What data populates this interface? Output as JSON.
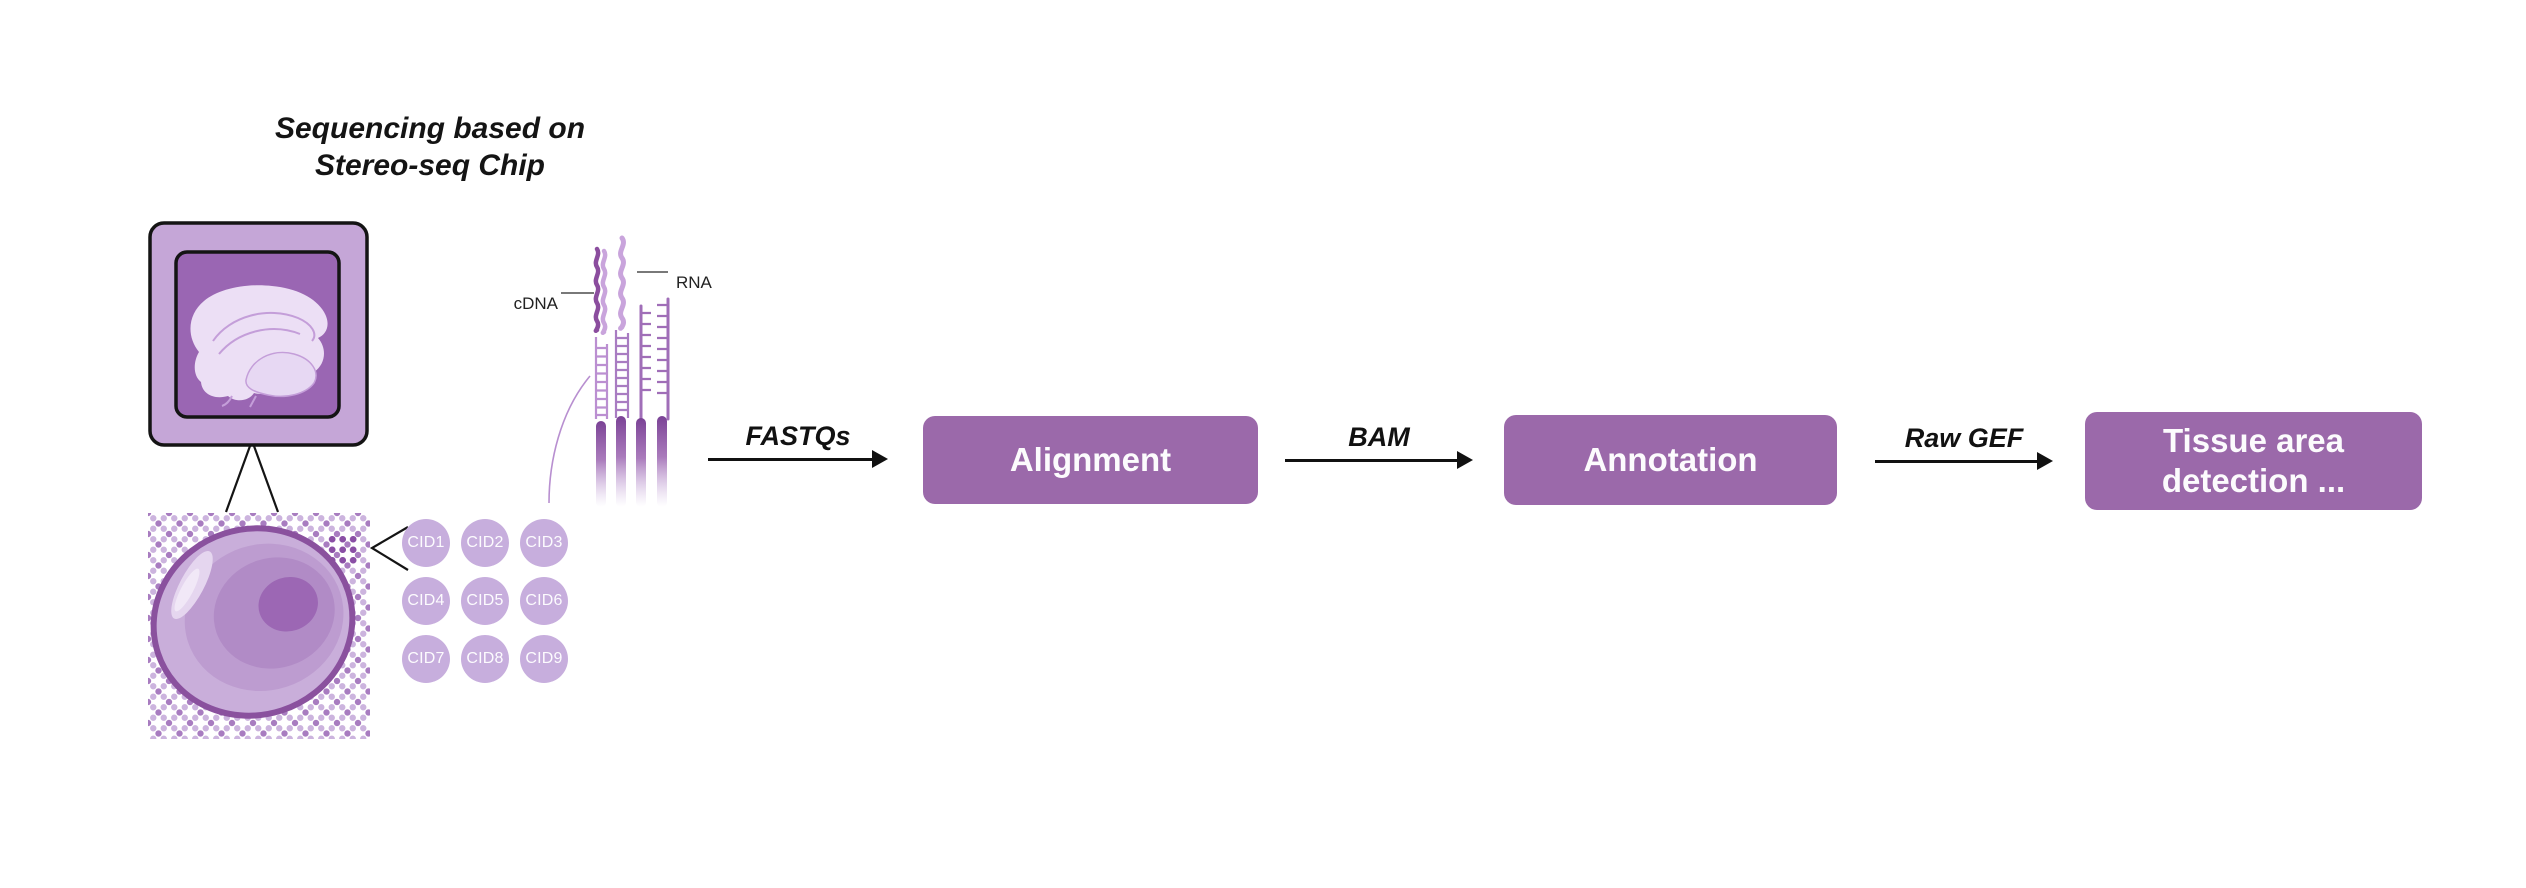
{
  "title": {
    "line1": "Sequencing based on",
    "line2": "Stereo-seq Chip"
  },
  "labels": {
    "cdna": "cDNA",
    "rna": "RNA"
  },
  "cid_labels": [
    "CID1",
    "CID2",
    "CID3",
    "CID4",
    "CID5",
    "CID6",
    "CID7",
    "CID8",
    "CID9"
  ],
  "flow": {
    "arrows": [
      {
        "label": "FASTQs"
      },
      {
        "label": "BAM"
      },
      {
        "label": "Raw GEF"
      }
    ],
    "boxes": [
      {
        "label": "Alignment"
      },
      {
        "label": "Annotation"
      },
      {
        "label": "Tissue area detection ..."
      }
    ]
  },
  "icons": {
    "chip": "stereo-seq-chip-icon",
    "cell": "tissue-cell-icon",
    "strands": "cdna-rna-strands-icon",
    "arrowhead": "arrowhead-icon"
  },
  "colors": {
    "box_purple": "#9b69aa",
    "chip_outer": "#c5a6d7",
    "chip_inner": "#9a66b3",
    "cid_circle": "#c7aedd",
    "dot_light": "#ccb4de",
    "dot_medium": "#a87cc0",
    "dot_dark": "#8a4fa5",
    "strand_dark": "#8b4d9e",
    "strand_light": "#c9a4dc",
    "arrow_black": "#111111",
    "text_black": "#141414",
    "background": "#ffffff"
  }
}
